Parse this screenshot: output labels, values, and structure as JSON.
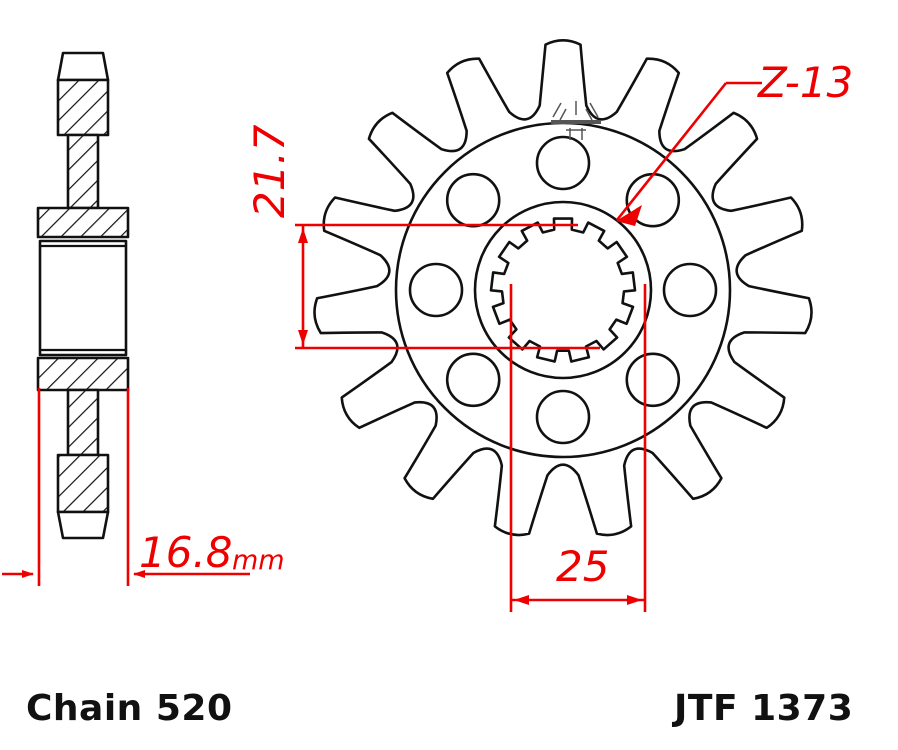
{
  "drawing": {
    "type": "engineering-drawing",
    "subject": "motorcycle front chain sprocket",
    "views": {
      "side_section": {
        "name": "side-cross-section-view",
        "description": "hatched cross section through sprocket profile"
      },
      "face": {
        "name": "face-view",
        "description": "front face of sprocket showing teeth, lightening holes and splined bore"
      }
    },
    "geometry": {
      "outer_teeth_count": 15,
      "lightening_holes_count": 8,
      "spline_teeth_count": 13
    }
  },
  "annotations": {
    "spline_label": "Z-13",
    "bore_height": "21.7",
    "spline_width": "25",
    "thickness_value": "16.8",
    "thickness_unit": "mm"
  },
  "footer": {
    "chain_label": "Chain 520",
    "part_label": "JTF 1373"
  },
  "colors": {
    "dimension": "#ee0000",
    "outline": "#111111",
    "background": "#ffffff",
    "symbol": "#555555"
  }
}
